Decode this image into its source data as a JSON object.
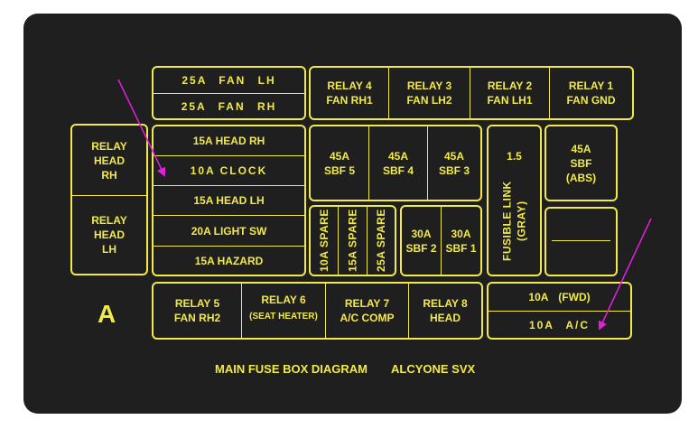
{
  "fan_fuses": [
    "25A   FAN LH",
    "25A   FAN RH"
  ],
  "relays_top": [
    "RELAY 4\nFAN RH1",
    "RELAY 3\nFAN LH2",
    "RELAY 2\nFAN LH1",
    "RELAY 1\nFAN GND"
  ],
  "relays_left": [
    "RELAY\nHEAD\nRH",
    "RELAY\nHEAD\nLH"
  ],
  "mid_fuses": [
    "15A   HEAD RH",
    "10A   CLOCK",
    "15A   HEAD LH",
    "20A   LIGHT SW",
    "15A   HAZARD"
  ],
  "sbf_top": [
    "45A\nSBF 5",
    "45A\nSBF 4",
    "45A\nSBF 3"
  ],
  "spares": [
    "10A SPARE",
    "15A SPARE",
    "25A SPARE"
  ],
  "sbf_bottom": [
    "30A\nSBF 2",
    "30A\nSBF 1"
  ],
  "fusible_link": {
    "rating": "1.5",
    "label": "FUSIBLE LINK\n(GRAY)"
  },
  "sbf_abs": "45A\nSBF\n(ABS)",
  "relays_bottom": [
    "RELAY 5\nFAN RH2",
    "RELAY 6",
    "(SEAT HEATER)",
    "RELAY 7\nA/C COMP",
    "RELAY 8\nHEAD"
  ],
  "fwd_fuses": [
    "10A   (FWD)",
    "10A    A/C"
  ],
  "section_letter": "A",
  "caption": {
    "left": "MAIN FUSE BOX DIAGRAM",
    "right": "ALCYONE SVX"
  },
  "colors": {
    "background": "#1f1f1f",
    "label": "#f2ea4a",
    "arrow": "#e21ee0"
  }
}
